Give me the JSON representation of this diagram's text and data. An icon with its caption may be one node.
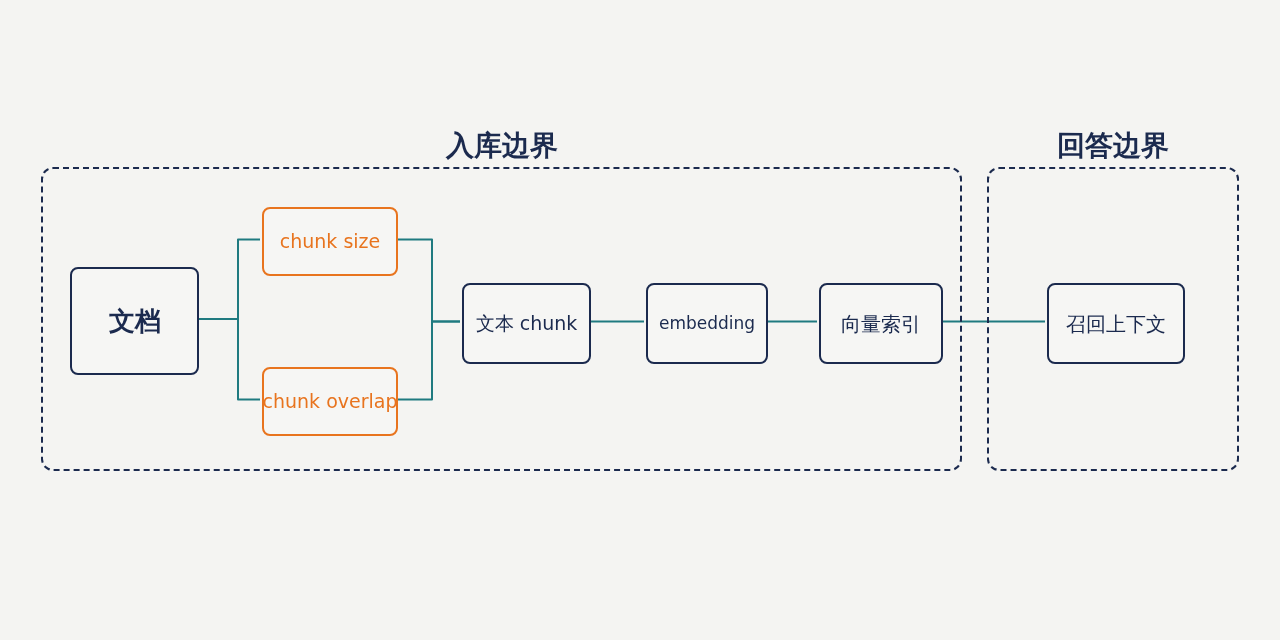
{
  "diagram": {
    "nodes": [
      {
        "text": [
          "入库边界"
        ]
      },
      {
        "text": [
          "回答边界"
        ]
      },
      {
        "text": [
          "文档"
        ],
        "in": 0
      },
      {
        "text": [
          "chunk size"
        ],
        "in": 0
      },
      {
        "text": [
          "chunk overlap"
        ],
        "in": 0
      },
      {
        "text": [
          "文本 chunk"
        ],
        "in": 0
      },
      {
        "text": [
          "embedding"
        ],
        "in": 0
      },
      {
        "text": [
          "向量索引"
        ],
        "in": 0
      },
      {
        "text": [
          "召回上下文"
        ],
        "in": 1
      }
    ],
    "edges": [
      {
        "from": 2,
        "to": 3,
        "arrow": "none"
      },
      {
        "from": 2,
        "to": 4,
        "arrow": "none"
      },
      {
        "from": 3,
        "to": 5,
        "arrow": "none"
      },
      {
        "from": 4,
        "to": 5,
        "arrow": "none"
      },
      {
        "from": 5,
        "to": 6,
        "arrow": "none"
      },
      {
        "from": 6,
        "to": 7,
        "arrow": "none"
      },
      {
        "from": 7,
        "to": 8,
        "arrow": "none"
      }
    ]
  }
}
